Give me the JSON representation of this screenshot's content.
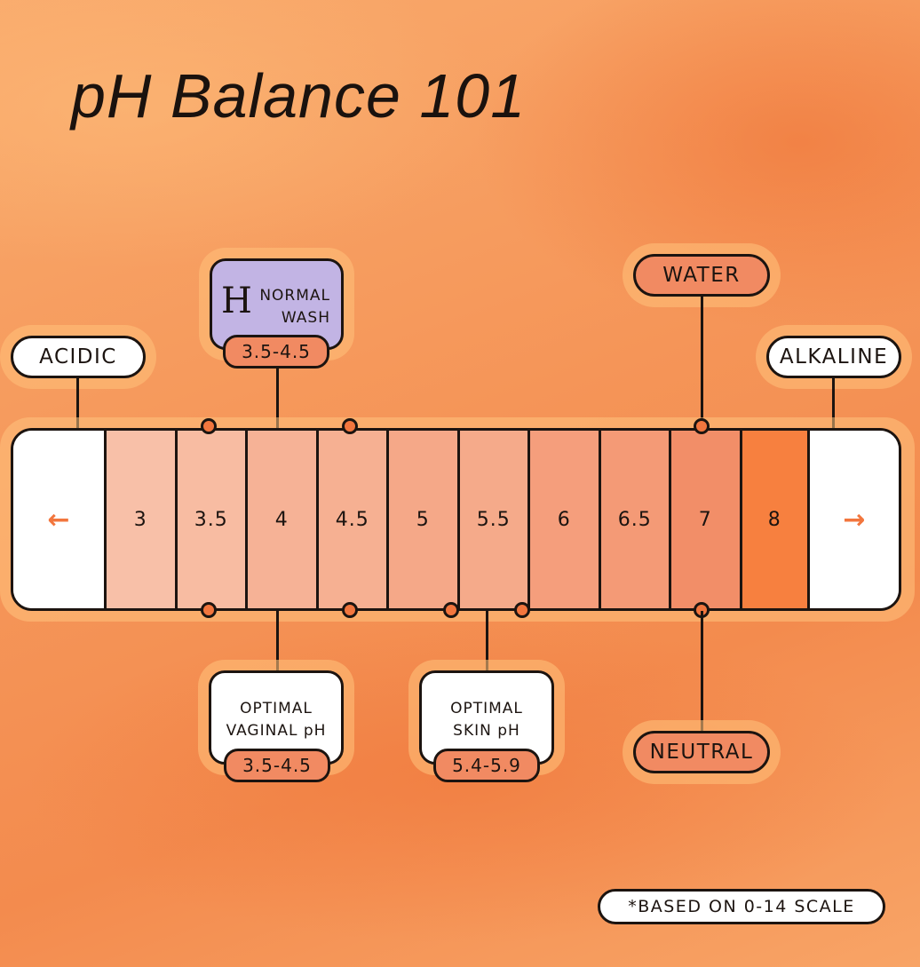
{
  "title": "pH Balance 101",
  "labels": {
    "acidic": "ACIDIC",
    "alkaline": "ALKALINE",
    "water": "WATER",
    "neutral": "NEUTRAL"
  },
  "normal_wash": {
    "logo": "H",
    "line1": "NORMAL",
    "line2": "WASH",
    "range": "3.5-4.5"
  },
  "optimal_vaginal": {
    "line1": "OPTIMAL",
    "line2": "VAGINAL pH",
    "range": "3.5-4.5"
  },
  "optimal_skin": {
    "line1": "OPTIMAL",
    "line2": "SKIN pH",
    "range": "5.4-5.9"
  },
  "scale": {
    "cells": [
      {
        "label": "3",
        "color": "#f8c0a8"
      },
      {
        "label": "3.5",
        "color": "#f8bca2"
      },
      {
        "label": "4",
        "color": "#f6b296"
      },
      {
        "label": "4.5",
        "color": "#f6b092"
      },
      {
        "label": "5",
        "color": "#f5a888"
      },
      {
        "label": "5.5",
        "color": "#f5aa8a"
      },
      {
        "label": "6",
        "color": "#f59e7c"
      },
      {
        "label": "6.5",
        "color": "#f49a76"
      },
      {
        "label": "7",
        "color": "#f28e68"
      },
      {
        "label": "8",
        "color": "#f7803f"
      }
    ],
    "left_arrow": "←",
    "right_arrow": "→"
  },
  "footnote": "*BASED ON 0-14 SCALE",
  "colors": {
    "accent": "#f2763e",
    "purple": "#c2b4e4",
    "salmon": "#f18a62",
    "outline": "#1c1410"
  }
}
